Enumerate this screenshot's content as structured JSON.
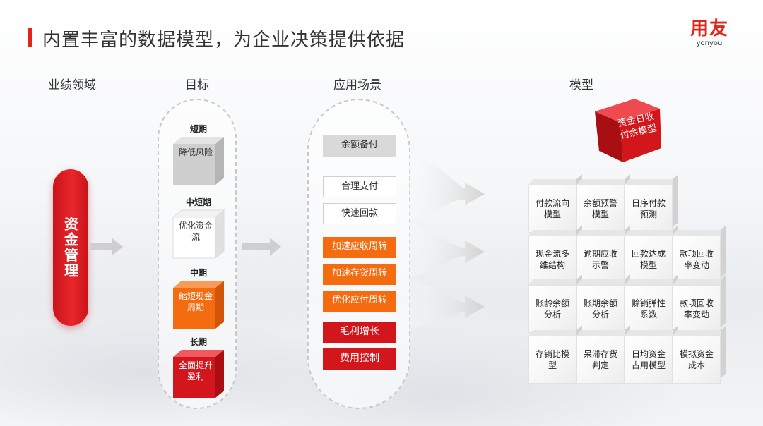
{
  "title": "内置丰富的数据模型，为企业决策提供依据",
  "logo": {
    "cn": "用友",
    "en": "yonyou"
  },
  "columns": {
    "domain": "业绩领域",
    "goal": "目标",
    "scenario": "应用场景",
    "model": "模型"
  },
  "domain": {
    "label": "资金管理"
  },
  "goals": [
    {
      "term": "短期",
      "text": "降低风险",
      "color": "gray"
    },
    {
      "term": "中短期",
      "text": "优化资金流",
      "color": "white"
    },
    {
      "term": "中期",
      "text": "缩短现金周期",
      "color": "orange"
    },
    {
      "term": "长期",
      "text": "全面提升盈利",
      "color": "red"
    }
  ],
  "scenarios": [
    {
      "label": "余额备付",
      "style": "gray"
    },
    {
      "label": "合理支付",
      "style": "white"
    },
    {
      "label": "快速回款",
      "style": "white"
    },
    {
      "label": "加速应收周转",
      "style": "orange"
    },
    {
      "label": "加速存货周转",
      "style": "orange"
    },
    {
      "label": "优化应付周转",
      "style": "orange"
    },
    {
      "label": "毛利增长",
      "style": "red"
    },
    {
      "label": "费用控制",
      "style": "red"
    }
  ],
  "highlight_model": "资金日收付余模型",
  "models": [
    [
      "付款流向模型",
      "余额预警模型",
      "日序付款预测",
      ""
    ],
    [
      "现金流多维结构",
      "逾期应收示警",
      "回款达成模型",
      "款项回收率变动"
    ],
    [
      "账龄余额分析",
      "账期余额分析",
      "赊销弹性系数",
      "款项回收率变动"
    ],
    [
      "存销比模型",
      "呆滞存货判定",
      "日均资金占用模型",
      "模拟资金成本"
    ]
  ],
  "colors": {
    "brand_red": "#e1251b",
    "orange": "#f46b10",
    "gray": "#d9d9d9"
  }
}
